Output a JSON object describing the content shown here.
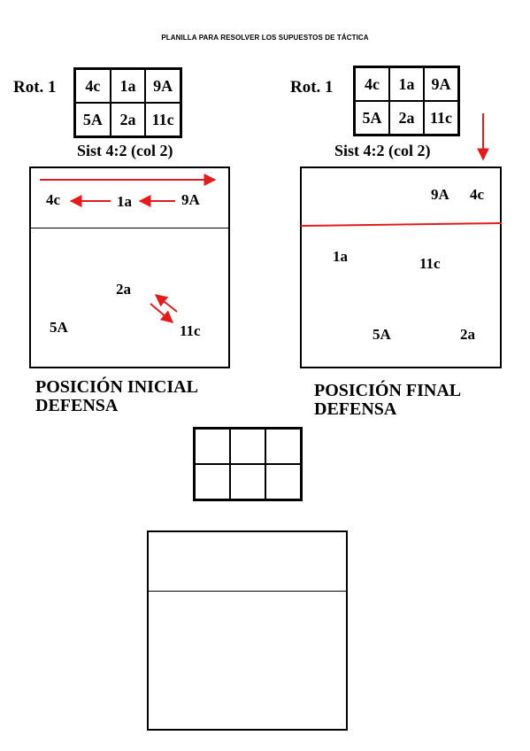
{
  "header": {
    "title": "PLANILLA PARA RESOLVER LOS SUPUESTOS DE TÁCTICA"
  },
  "left_panel": {
    "rotation_label": "Rot. 1",
    "grid": {
      "row1": [
        "4c",
        "1a",
        "9A"
      ],
      "row2": [
        "5A",
        "2a",
        "11c"
      ]
    },
    "system_label": "Sist 4:2 (col 2)",
    "court_players": {
      "p4c": "4c",
      "p1a": "1a",
      "p9A": "9A",
      "p2a": "2a",
      "p5A": "5A",
      "p11c": "11c"
    },
    "caption_line1": "POSICIÓN INICIAL",
    "caption_line2": "DEFENSA"
  },
  "right_panel": {
    "rotation_label": "Rot. 1",
    "grid": {
      "row1": [
        "4c",
        "1a",
        "9A"
      ],
      "row2": [
        "5A",
        "2a",
        "11c"
      ]
    },
    "system_label": "Sist 4:2 (col 2)",
    "court_players": {
      "p9A": "9A",
      "p4c": "4c",
      "p1a": "1a",
      "p11c": "11c",
      "p5A": "5A",
      "p2a": "2a"
    },
    "caption_line1": "POSICIÓN FINAL",
    "caption_line2": "DEFENSA"
  },
  "colors": {
    "arrow": "#e31b1b",
    "line": "#000000"
  }
}
